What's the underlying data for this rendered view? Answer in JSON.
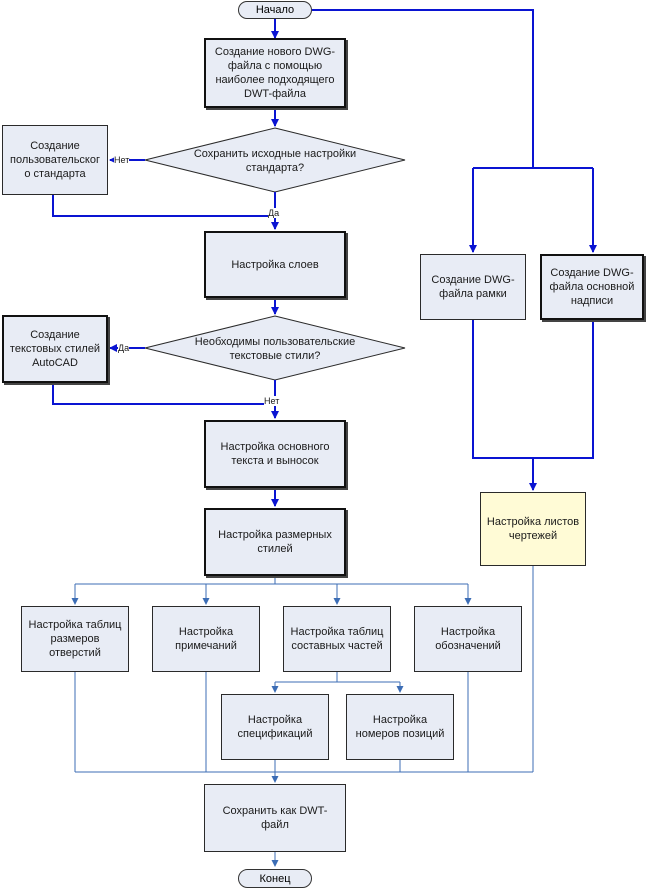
{
  "start": "Начало",
  "end": "Конец",
  "nodes": {
    "create_dwg": "Создание нового DWG-файла с помощью наиболее подходящего DWT-файла",
    "save_settings_decision": "Сохранить исходные настройки стандарта?",
    "custom_standard": "Создание пользовательског о стандарта",
    "layers": "Настройка слоев",
    "text_styles_decision": "Необходимы пользовательские текстовые стили?",
    "autocad_text_styles": "Создание текстовых стилей AutoCAD",
    "main_text": "Настройка основного текста и выносок",
    "dim_styles": "Настройка размерных стилей",
    "hole_tables": "Настройка таблиц размеров отверстий",
    "notes": "Настройка примечаний",
    "parts_tables": "Настройка таблиц составных частей",
    "designations": "Настройка обозначений",
    "specifications": "Настройка спецификаций",
    "position_numbers": "Настройка номеров позиций",
    "save_dwt": "Сохранить как DWT-файл",
    "frame_dwg": "Создание DWG-файла рамки",
    "title_block_dwg": "Создание DWG-файла основной надписи",
    "sheets": "Настройка листов чертежей"
  },
  "labels": {
    "no1": "Нет",
    "yes1": "Да",
    "yes2": "Да",
    "no2": "Нет"
  },
  "colors": {
    "thick_arrow": "#0a14d2",
    "thin_arrow": "#3c6db5",
    "box_fill": "#e8ecf5",
    "sheets_fill": "#fffbd6"
  }
}
